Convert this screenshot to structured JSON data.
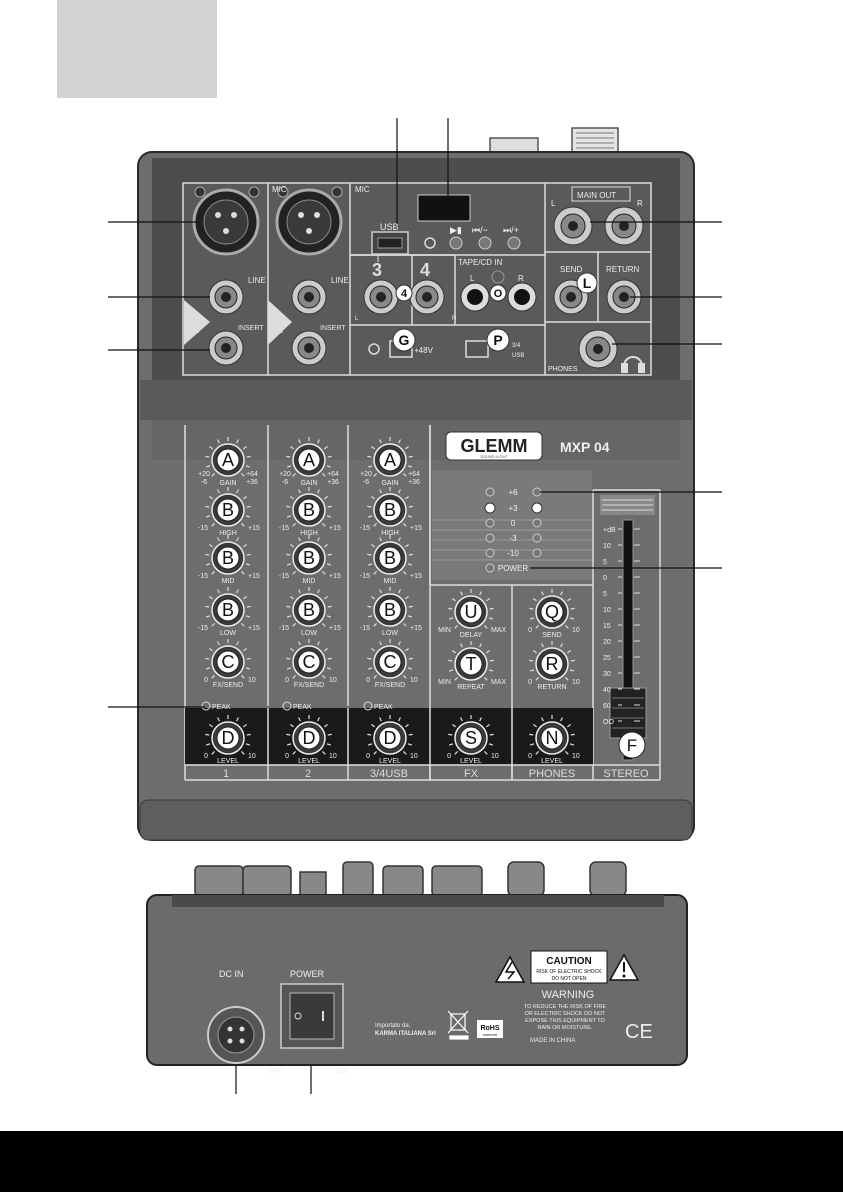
{
  "top": {
    "channels": [
      {
        "mic_label": "MIC",
        "line_label": "LINE",
        "insert_label": "INSERT",
        "number": "1"
      },
      {
        "mic_label": "MIC",
        "line_label": "LINE",
        "insert_label": "INSERT",
        "number": "2"
      }
    ],
    "usb_label": "USB",
    "transport": [
      "▶▮",
      "⏮/−",
      "⏭/+"
    ],
    "ch3": "3",
    "ch4": "4",
    "tape_label": "TAPE/CD IN",
    "tape_l": "L",
    "tape_r": "R",
    "main_out": "MAIN OUT",
    "main_l": "L",
    "main_r": "R",
    "send_label": "SEND",
    "return_label": "RETURN",
    "phones_label": "PHONES",
    "phantom": "+48V",
    "switch_34": "3/4",
    "switch_usb": "USB",
    "jack_l": "L",
    "jack_r": "R",
    "badges": {
      "four": "4",
      "o": "O",
      "l": "L",
      "g": "G",
      "p": "P"
    }
  },
  "brand": {
    "logo": "GLEMM",
    "tagline": "SOUND·LIGHT",
    "model": "MXP 04"
  },
  "strips": [
    {
      "gain": {
        "badge": "A",
        "label": "GAIN",
        "lmin": "+20",
        "lmax": "+64",
        "lmin2": "-6",
        "lmax2": "+36"
      },
      "eq": [
        {
          "badge": "B",
          "label": "HIGH"
        },
        {
          "badge": "B",
          "label": "MID"
        },
        {
          "badge": "B",
          "label": "LOW"
        }
      ],
      "fx": {
        "badge": "C",
        "label": "FX/SEND"
      },
      "peak": "PEAK",
      "level": {
        "badge": "D",
        "label": "LEVEL"
      },
      "name": "1"
    },
    {
      "gain": {
        "badge": "A",
        "label": "GAIN",
        "lmin": "+20",
        "lmax": "+64",
        "lmin2": "-6",
        "lmax2": "+36"
      },
      "eq": [
        {
          "badge": "B",
          "label": "HIGH"
        },
        {
          "badge": "B",
          "label": "MID"
        },
        {
          "badge": "B",
          "label": "LOW"
        }
      ],
      "fx": {
        "badge": "C",
        "label": "FX/SEND"
      },
      "peak": "PEAK",
      "level": {
        "badge": "D",
        "label": "LEVEL"
      },
      "name": "2"
    },
    {
      "gain": {
        "badge": "A",
        "label": "GAIN",
        "lmin": "+20",
        "lmax": "+64",
        "lmin2": "-6",
        "lmax2": "+36"
      },
      "eq": [
        {
          "badge": "B",
          "label": "HIGH"
        },
        {
          "badge": "B",
          "label": "MID"
        },
        {
          "badge": "B",
          "label": "LOW"
        }
      ],
      "fx": {
        "badge": "C",
        "label": "FX/SEND"
      },
      "peak": "PEAK",
      "level": {
        "badge": "D",
        "label": "LEVEL"
      },
      "name": "3/4USB"
    }
  ],
  "eq_range": {
    "min": "-15",
    "max": "+15",
    "center": "0"
  },
  "pot_range": {
    "min": "0",
    "max": "10"
  },
  "meter": {
    "labels": [
      "+6",
      "+3",
      "0",
      "-3",
      "-10"
    ],
    "power": "POWER"
  },
  "fx": {
    "delay": {
      "badge": "U",
      "label": "DELAY",
      "min": "MIN",
      "max": "MAX"
    },
    "repeat": {
      "badge": "T",
      "label": "REPEAT",
      "min": "MIN",
      "max": "MAX"
    },
    "level": {
      "badge": "S",
      "label": "LEVEL"
    },
    "name": "FX"
  },
  "aux": {
    "send": {
      "badge": "Q",
      "label": "SEND"
    },
    "ret": {
      "badge": "R",
      "label": "RETURN"
    }
  },
  "phones": {
    "badge": "N",
    "label": "LEVEL",
    "name": "PHONES"
  },
  "stereo": {
    "badge": "F",
    "name": "STEREO",
    "scale": [
      "+dB",
      "10",
      "5",
      "0",
      "5",
      "10",
      "15",
      "20",
      "25",
      "30",
      "40",
      "60",
      "OO"
    ]
  },
  "rear": {
    "dc_in": "DC IN",
    "power": "POWER",
    "off": "OFF",
    "on": "ON",
    "caution": "CAUTION",
    "caution_sub1": "RISK OF ELECTRIC SHOCK",
    "caution_sub2": "DO NOT OPEN",
    "warning": "WARNING",
    "warning_lines": [
      "TO REDUCE THE RISK OF FIRE",
      "OR ELECTRIC SHOCK DO NOT",
      "EXPOSE THIS EQUIPMENT TO",
      "RAIN OR MOISTURE."
    ],
    "made_in": "MADE IN CHINA",
    "importer1": "Importato da:",
    "importer2": "KARMA ITALIANA Srl",
    "rohs": "RoHS",
    "rohs_sub": "conform",
    "ce": "CE"
  }
}
